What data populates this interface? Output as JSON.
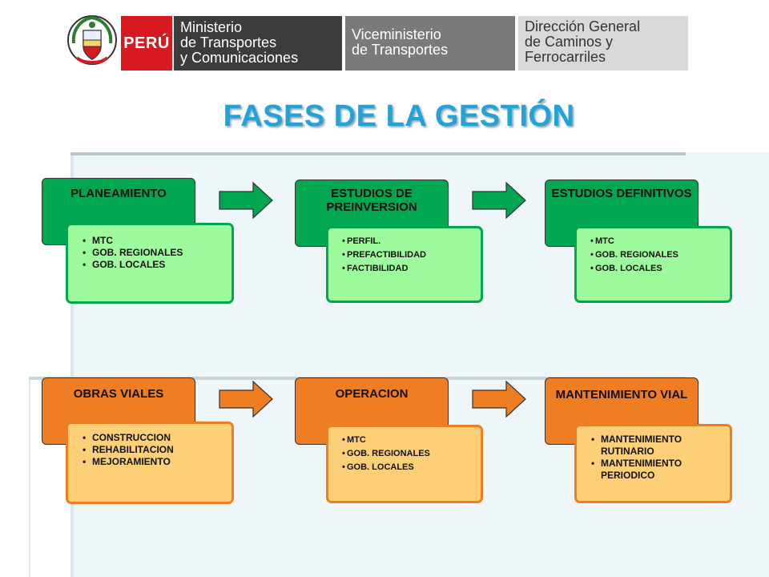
{
  "header": {
    "country": "PERÚ",
    "ministry": "Ministerio\nde Transportes\ny Comunicaciones",
    "viceministry": "Viceministerio\nde Transportes",
    "direction": "Dirección General\nde Caminos y\nFerrocarriles"
  },
  "title": "FASES DE LA GESTIÓN",
  "colors": {
    "green": "#00a650",
    "light_green": "#9dfb9d",
    "orange": "#ef7d22",
    "light_orange": "#fdd077",
    "title": "#22a3d8"
  },
  "phases": [
    {
      "title": "PLANEAMIENTO",
      "items": [
        "MTC",
        "GOB. REGIONALES",
        "GOB. LOCALES"
      ]
    },
    {
      "title": "ESTUDIOS DE PREINVERSION",
      "items": [
        "PERFIL.",
        "PREFACTIBILIDAD",
        "FACTIBILIDAD"
      ]
    },
    {
      "title": "ESTUDIOS DEFINITIVOS",
      "items": [
        "MTC",
        "GOB. REGIONALES",
        "GOB. LOCALES"
      ]
    },
    {
      "title": "OBRAS VIALES",
      "items": [
        "CONSTRUCCION",
        "REHABILITACION",
        "MEJORAMIENTO"
      ]
    },
    {
      "title": "OPERACION",
      "items": [
        "MTC",
        "GOB. REGIONALES",
        "GOB. LOCALES"
      ]
    },
    {
      "title": "MANTENIMIENTO VIAL",
      "items": [
        "MANTENIMIENTO RUTINARIO",
        "MANTENIMIENTO PERIODICO"
      ]
    }
  ]
}
